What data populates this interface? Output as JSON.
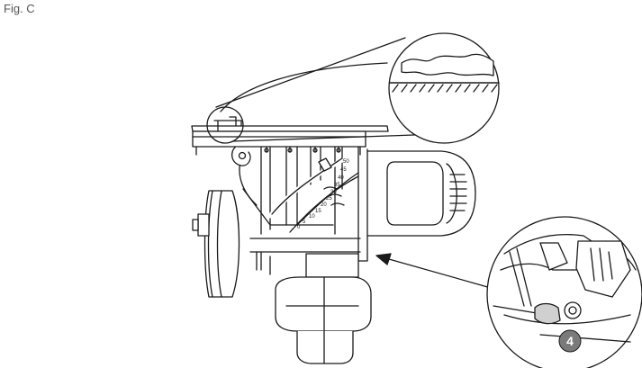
{
  "figure": {
    "label": "Fig. C"
  },
  "callout": {
    "number": "4"
  },
  "scale": {
    "labels": [
      "50",
      "45",
      "40",
      "35",
      "30",
      "25",
      "20",
      "15",
      "10",
      "5",
      "0"
    ]
  },
  "colors": {
    "line": "#1a1a1a",
    "callout_fill": "#7a7a7a",
    "callout_text": "#ffffff"
  },
  "icons": {
    "arrow": "arrow-left-icon"
  }
}
